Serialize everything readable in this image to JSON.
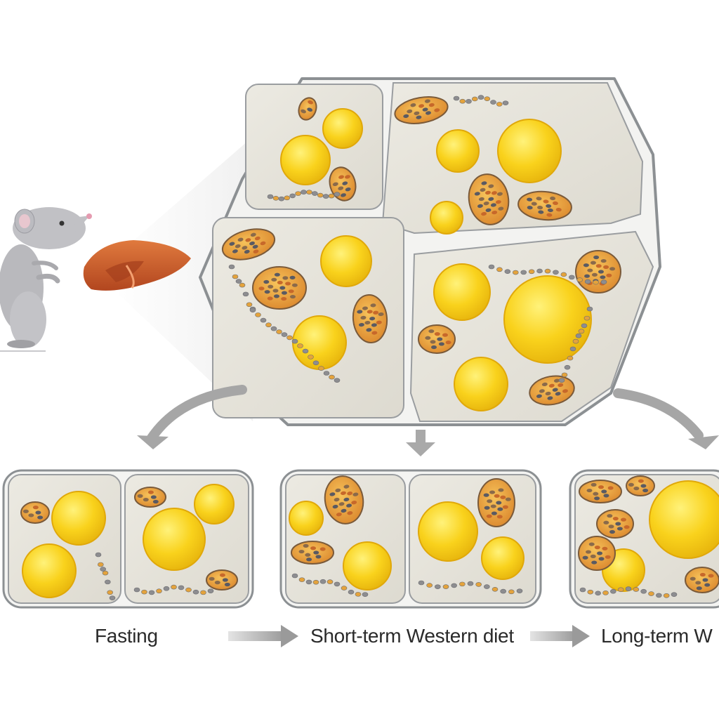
{
  "stages": {
    "fasting": "Fasting",
    "short_term": "Short-term Western diet",
    "long_term": "Long-term W"
  },
  "colors": {
    "lipid_droplet": "#f7cd1a",
    "lipid_droplet_light": "#fde873",
    "mitochondria": "#e9a23a",
    "cell_fill": "#e6e3d8",
    "cell_border": "#8f9294",
    "liver": "#c8582a",
    "mouse": "#b8b8bc",
    "arrow": "#a9a9a9"
  },
  "icons": [
    "mouse-illustration",
    "liver-illustration",
    "lipid-droplet",
    "mitochondrion",
    "curved-arrow",
    "down-arrow",
    "right-arrow"
  ]
}
